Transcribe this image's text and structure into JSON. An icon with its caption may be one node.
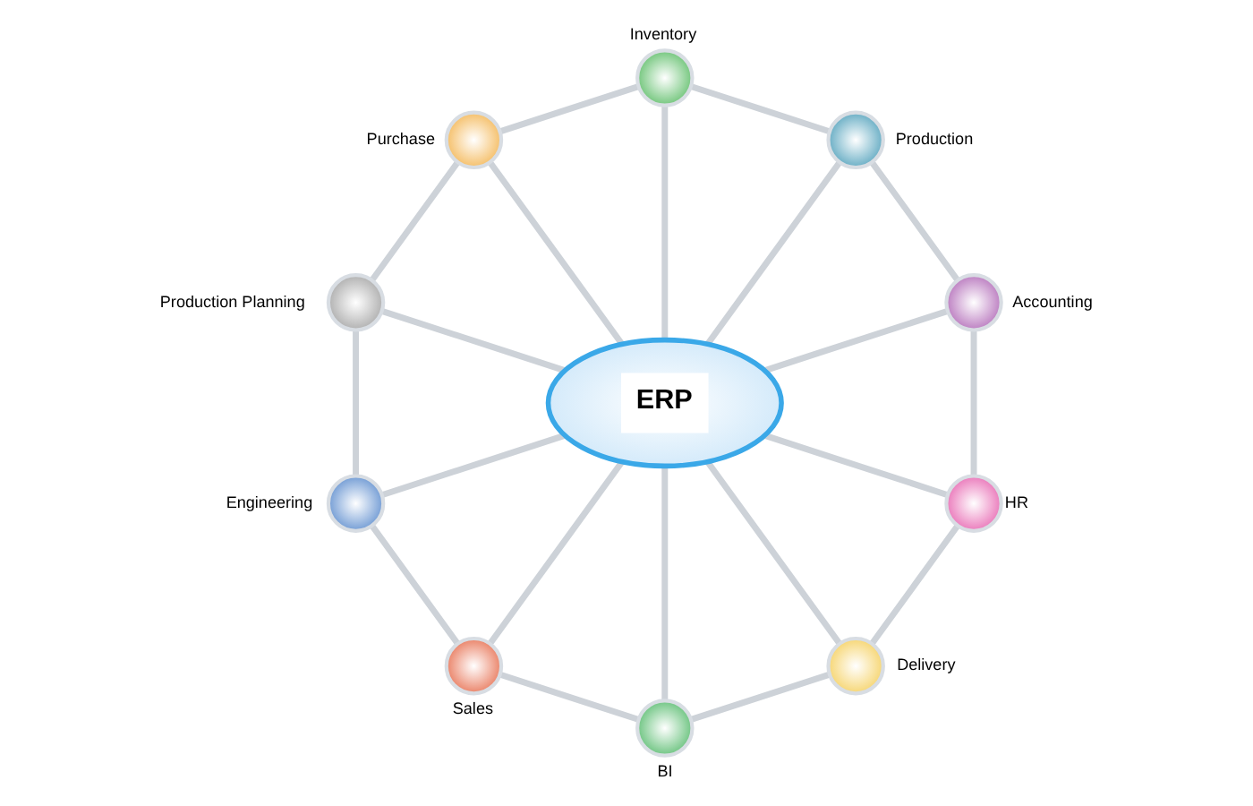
{
  "diagram": {
    "nodes": [
      {
        "text": [
          "ERP"
        ]
      },
      {
        "text": [
          "Inventory"
        ]
      },
      {
        "text": [
          "Production"
        ]
      },
      {
        "text": [
          "Accounting"
        ]
      },
      {
        "text": [
          "HR"
        ]
      },
      {
        "text": [
          "Delivery"
        ]
      },
      {
        "text": [
          "BI"
        ]
      },
      {
        "text": [
          "Sales"
        ]
      },
      {
        "text": [
          "Engineering"
        ]
      },
      {
        "text": [
          "Production Planning"
        ]
      },
      {
        "text": [
          "Purchase"
        ]
      }
    ],
    "edges": [
      {
        "from": 0,
        "to": 1,
        "arrow": "none"
      },
      {
        "from": 0,
        "to": 2,
        "arrow": "none"
      },
      {
        "from": 0,
        "to": 3,
        "arrow": "none"
      },
      {
        "from": 0,
        "to": 4,
        "arrow": "none"
      },
      {
        "from": 0,
        "to": 5,
        "arrow": "none"
      },
      {
        "from": 0,
        "to": 6,
        "arrow": "none"
      },
      {
        "from": 0,
        "to": 7,
        "arrow": "none"
      },
      {
        "from": 0,
        "to": 8,
        "arrow": "none"
      },
      {
        "from": 0,
        "to": 9,
        "arrow": "none"
      },
      {
        "from": 0,
        "to": 10,
        "arrow": "none"
      },
      {
        "from": 1,
        "to": 2,
        "arrow": "none"
      },
      {
        "from": 2,
        "to": 3,
        "arrow": "none"
      },
      {
        "from": 3,
        "to": 4,
        "arrow": "none"
      },
      {
        "from": 4,
        "to": 5,
        "arrow": "none"
      },
      {
        "from": 5,
        "to": 6,
        "arrow": "none"
      },
      {
        "from": 6,
        "to": 7,
        "arrow": "none"
      },
      {
        "from": 7,
        "to": 8,
        "arrow": "none"
      },
      {
        "from": 8,
        "to": 9,
        "arrow": "none"
      },
      {
        "from": 9,
        "to": 10,
        "arrow": "none"
      },
      {
        "from": 10,
        "to": 1,
        "arrow": "none"
      }
    ]
  }
}
